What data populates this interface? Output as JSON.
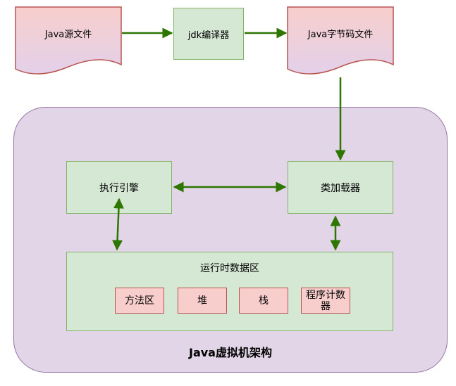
{
  "colors": {
    "doc_fill_top": "#f8cecc",
    "doc_fill_bottom": "#e3d1ea",
    "doc_stroke": "#b85450",
    "green_fill": "#d5e8d4",
    "green_stroke": "#82b366",
    "jvm_fill": "#e1d5e7",
    "jvm_stroke": "#9673a6",
    "arrow": "#2d7600"
  },
  "pipeline": {
    "source_file": "Java源文件",
    "compiler": "jdk编译器",
    "bytecode_file": "Java字节码文件"
  },
  "jvm": {
    "title": "Java虚拟机架构",
    "execution_engine": "执行引擎",
    "class_loader": "类加载器",
    "runtime_data_area": {
      "title": "运行时数据区",
      "method_area": "方法区",
      "heap": "堆",
      "stack": "栈",
      "program_counter": "程序计数器"
    }
  }
}
